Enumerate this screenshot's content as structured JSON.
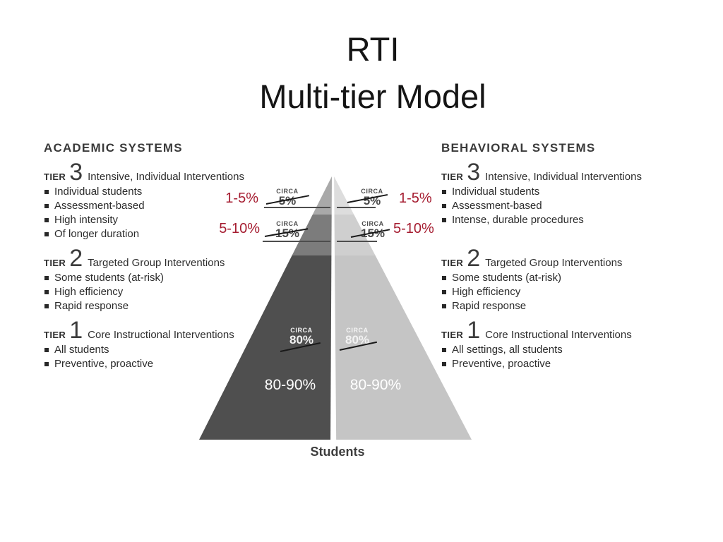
{
  "slide": {
    "title_line1": "RTI",
    "title_line2": "Multi-tier Model"
  },
  "columns": {
    "academic": {
      "heading": "ACADEMIC SYSTEMS",
      "tier_word": "TIER",
      "tiers": [
        {
          "number": "3",
          "name": "Intensive, Individual Interventions",
          "bullets": [
            "Individual students",
            "Assessment-based",
            "High intensity",
            "Of longer duration"
          ]
        },
        {
          "number": "2",
          "name": "Targeted Group Interventions",
          "bullets": [
            "Some students (at-risk)",
            "High efficiency",
            "Rapid response"
          ]
        },
        {
          "number": "1",
          "name": "Core Instructional Interventions",
          "bullets": [
            "All students",
            "Preventive, proactive"
          ]
        }
      ]
    },
    "behavioral": {
      "heading": "BEHAVIORAL SYSTEMS",
      "tier_word": "TIER",
      "tiers": [
        {
          "number": "3",
          "name": "Intensive, Individual Interventions",
          "bullets": [
            "Individual students",
            "Assessment-based",
            "Intense, durable procedures"
          ]
        },
        {
          "number": "2",
          "name": "Targeted Group Interventions",
          "bullets": [
            "Some students (at-risk)",
            "High efficiency",
            "Rapid response"
          ]
        },
        {
          "number": "1",
          "name": "Core Instructional Interventions",
          "bullets": [
            "All settings, all students",
            "Preventive, proactive"
          ]
        }
      ]
    }
  },
  "pyramid": {
    "circa_label": "CIRCA",
    "old_values": {
      "tier3": "5%",
      "tier2": "15%",
      "tier1": "80%",
      "struck_through": true
    },
    "new_values": {
      "tier3": "1-5%",
      "tier2": "5-10%",
      "tier1": "80-90%"
    },
    "caption": "Students"
  },
  "colors": {
    "annotation_red": "#a51c30",
    "left_half": {
      "tier3": "#a9a9a9",
      "tier2": "#7c7c7c",
      "tier1": "#4f4f4f"
    },
    "right_half": {
      "tier3": "#dddddd",
      "tier2": "#cfcfcf",
      "tier1": "#c5c5c5"
    },
    "background": "#ffffff",
    "text_dark": "#2d2d2d"
  }
}
